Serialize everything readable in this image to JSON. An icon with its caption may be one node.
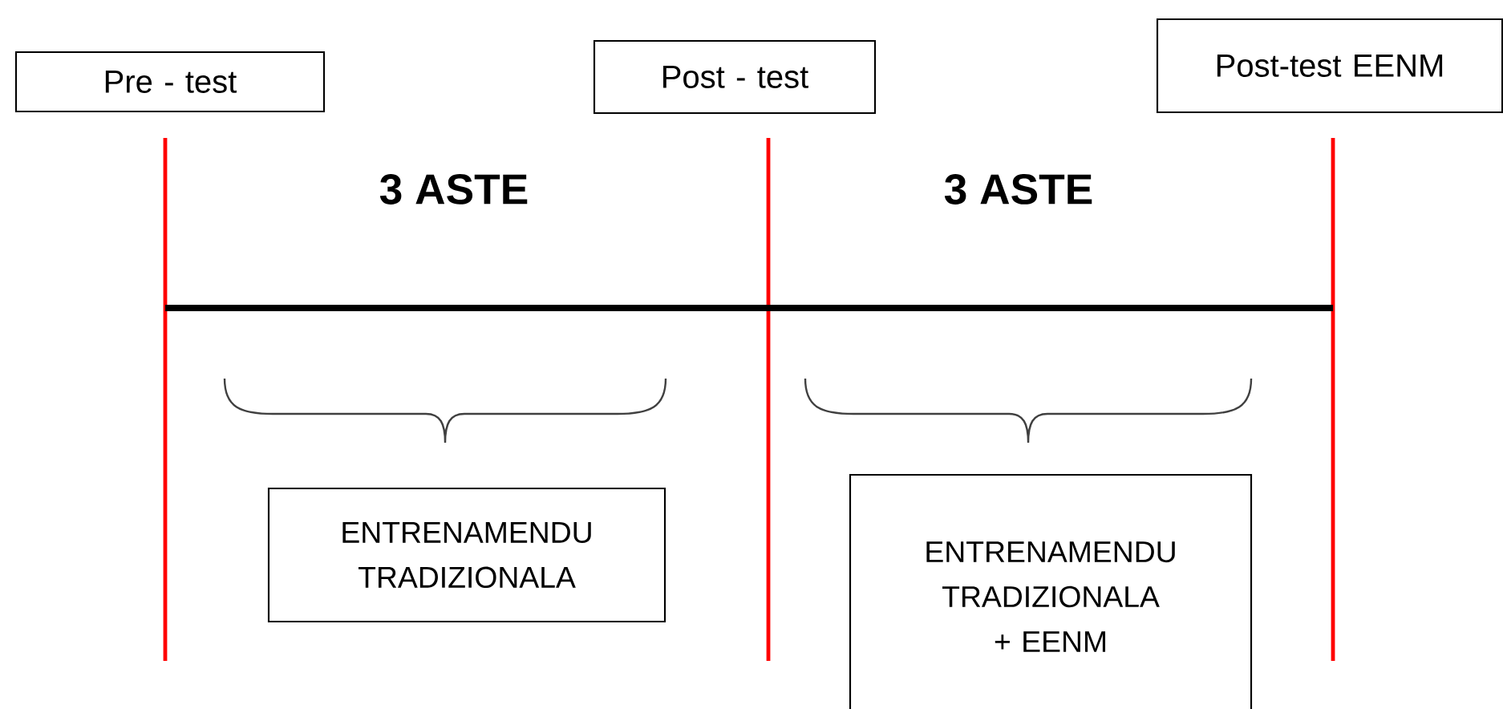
{
  "diagram": {
    "nodes": [
      {
        "text": [
          "Pre - test"
        ]
      },
      {
        "text": [
          "Post - test"
        ]
      },
      {
        "text": [
          "Post-test EENM"
        ]
      },
      {
        "text": [
          "ENTRENAMENDU TRADIZIONALA"
        ]
      },
      {
        "text": [
          "ENTRENAMENDU TRADIZIONALA + EENM"
        ]
      }
    ],
    "edges": [],
    "labels": [
      "3 ASTE",
      "3 ASTE"
    ]
  }
}
